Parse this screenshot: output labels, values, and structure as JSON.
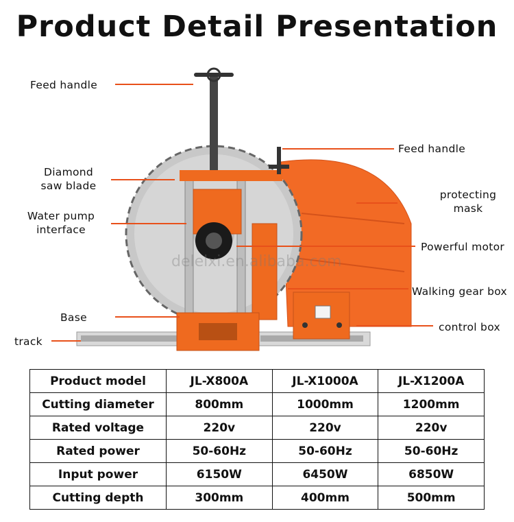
{
  "title": "Product Detail Presentation",
  "watermark": "delelxi.en.alibaba.com",
  "colors": {
    "accent": "#f26522",
    "machine_orange": "#ef6a1f",
    "line": "#e8501a"
  },
  "labels": {
    "feed_handle_top": "Feed handle",
    "feed_handle_right": "Feed handle",
    "diamond_saw_blade_1": "Diamond",
    "diamond_saw_blade_2": "saw blade",
    "water_pump_1": "Water pump",
    "water_pump_2": "interface",
    "base": "Base",
    "track": "track",
    "protecting_mask_1": "protecting",
    "protecting_mask_2": "mask",
    "powerful_motor": "Powerful motor",
    "walking_gear_box": "Walking gear box",
    "control_box": "control box"
  },
  "spec_table": {
    "columns": [
      "Product model",
      "JL-X800A",
      "JL-X1000A",
      "JL-X1200A"
    ],
    "rows": [
      [
        "Cutting diameter",
        "800mm",
        "1000mm",
        "1200mm"
      ],
      [
        "Rated voltage",
        "220v",
        "220v",
        "220v"
      ],
      [
        "Rated power",
        "50-60Hz",
        "50-60Hz",
        "50-60Hz"
      ],
      [
        "Input power",
        "6150W",
        "6450W",
        "6850W"
      ],
      [
        "Cutting depth",
        "300mm",
        "400mm",
        "500mm"
      ]
    ]
  }
}
